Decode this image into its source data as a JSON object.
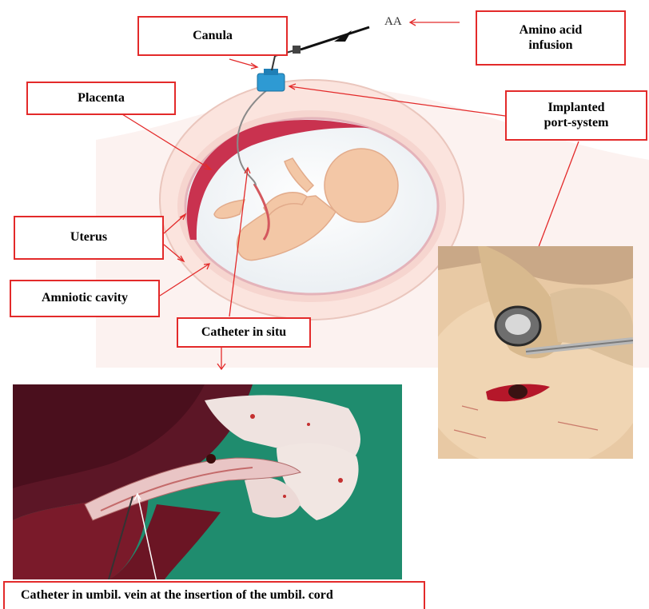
{
  "labels": {
    "canula": "Canula",
    "aa": "AA",
    "amino_acid": "Amino acid\ninfusion",
    "placenta": "Placenta",
    "implanted": "Implanted\nport-system",
    "uterus": "Uterus",
    "amniotic": "Amniotic cavity",
    "catheter_situ": "Catheter in situ",
    "catheter_umbil": "Catheter in umbil. vein at the insertion of the umbil. cord"
  },
  "colors": {
    "label_border": "#e32a2a",
    "arrow": "#e32a2a",
    "placenta": "#c9324f",
    "fetus": "#f3c7a6",
    "uterus_fill": "#fbeeea",
    "port": "#2e9ad3"
  }
}
